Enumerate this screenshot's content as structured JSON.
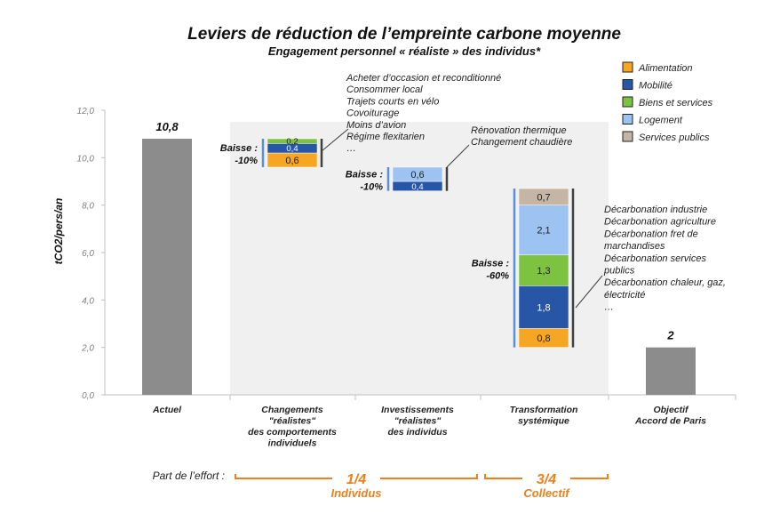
{
  "chart_data": {
    "type": "bar",
    "subtype": "waterfall",
    "title": "Leviers de réduction de l’empreinte carbone moyenne",
    "subtitle": "Engagement personnel « réaliste » des individus*",
    "ylabel": "tCO2/pers/an",
    "ylim": [
      0,
      12
    ],
    "yticks": [
      "0,0",
      "2,0",
      "4,0",
      "6,0",
      "8,0",
      "10,0",
      "12,0"
    ],
    "grid": false,
    "legend_position": "top-right",
    "legend": [
      {
        "name": "Alimentation",
        "color": "#F5A623"
      },
      {
        "name": "Mobilité",
        "color": "#2656A5"
      },
      {
        "name": "Biens et services",
        "color": "#7DC241"
      },
      {
        "name": "Logement",
        "color": "#9DC3F2"
      },
      {
        "name": "Services publics",
        "color": "#C4B5A5"
      }
    ],
    "categories": [
      {
        "label_lines": [
          "Actuel"
        ]
      },
      {
        "label_lines": [
          "Changements",
          "\"réalistes\"",
          "des comportements",
          "individuels"
        ]
      },
      {
        "label_lines": [
          "Investissements",
          "\"réalistes\"",
          "des individus"
        ]
      },
      {
        "label_lines": [
          "Transformation",
          "systémique"
        ]
      },
      {
        "label_lines": [
          "Objectif",
          "Accord de Paris"
        ],
        "bold": true
      }
    ],
    "totals": [
      {
        "index": 0,
        "value": 10.8,
        "label": "10,8"
      },
      {
        "index": 4,
        "value": 2,
        "label": "2"
      }
    ],
    "steps": [
      {
        "index": 1,
        "top": 10.8,
        "segments": [
          {
            "name": "Alimentation",
            "value": 0.6,
            "label": "0,6"
          },
          {
            "name": "Mobilité",
            "value": 0.4,
            "label": "0,4"
          },
          {
            "name": "Biens et services",
            "value": 0.2,
            "label": "0,2"
          }
        ],
        "baisse": [
          "Baisse :",
          "-10%"
        ],
        "annotations": [
          "Acheter d’occasion et reconditionné",
          "Consommer local",
          "Trajets courts en vélo",
          "Covoiturage",
          "Moins d’avion",
          "Régime flexitarien",
          "…"
        ]
      },
      {
        "index": 2,
        "top": 9.6,
        "segments": [
          {
            "name": "Mobilité",
            "value": 0.4,
            "label": "0,4"
          },
          {
            "name": "Logement",
            "value": 0.6,
            "label": "0,6"
          }
        ],
        "baisse": [
          "Baisse :",
          "-10%"
        ],
        "annotations": [
          "Rénovation thermique",
          "Changement chaudière"
        ]
      },
      {
        "index": 3,
        "top": 8.7,
        "segments": [
          {
            "name": "Alimentation",
            "value": 0.8,
            "label": "0,8"
          },
          {
            "name": "Mobilité",
            "value": 1.8,
            "label": "1,8"
          },
          {
            "name": "Biens et services",
            "value": 1.3,
            "label": "1,3"
          },
          {
            "name": "Logement",
            "value": 2.1,
            "label": "2,1"
          },
          {
            "name": "Services publics",
            "value": 0.7,
            "label": "0,7"
          }
        ],
        "baisse": [
          "Baisse :",
          "-60%"
        ],
        "annotations": [
          "Décarbonation industrie",
          "Décarbonation agriculture",
          "Décarbonation fret de",
          "marchandises",
          "Décarbonation services",
          "publics",
          "Décarbonation chaleur, gaz,",
          "électricité",
          "…"
        ]
      }
    ],
    "effort": {
      "label": "Part de l’effort :",
      "groups": [
        {
          "fraction": "1/4",
          "name": "Individus"
        },
        {
          "fraction": "3/4",
          "name": "Collectif"
        }
      ]
    }
  }
}
